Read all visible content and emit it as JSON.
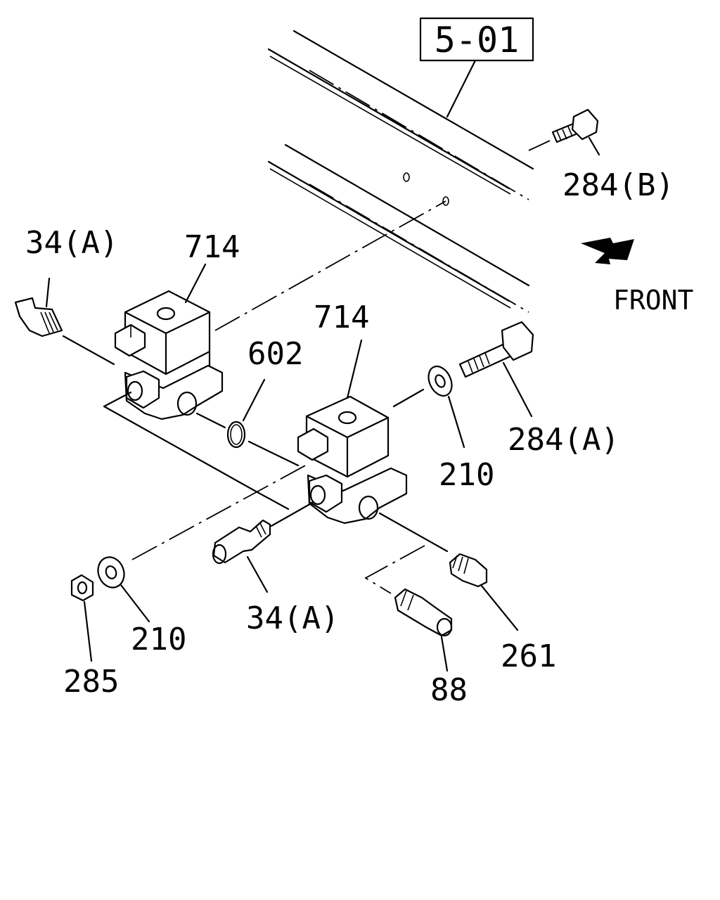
{
  "diagram": {
    "ref_box": "5-01",
    "direction_label": "FRONT",
    "direction_icon": "arrow-icon",
    "callouts": {
      "bolt_284b": "284(B)",
      "fitting_34a_top": "34(A)",
      "valve_714_left": "714",
      "valve_714_right": "714",
      "oring_602": "602",
      "washer_210_right": "210",
      "bolt_284a": "284(A)",
      "washer_210_left": "210",
      "nut_285": "285",
      "fitting_34a_bottom": "34(A)",
      "fitting_88": "88",
      "plug_261": "261"
    }
  }
}
